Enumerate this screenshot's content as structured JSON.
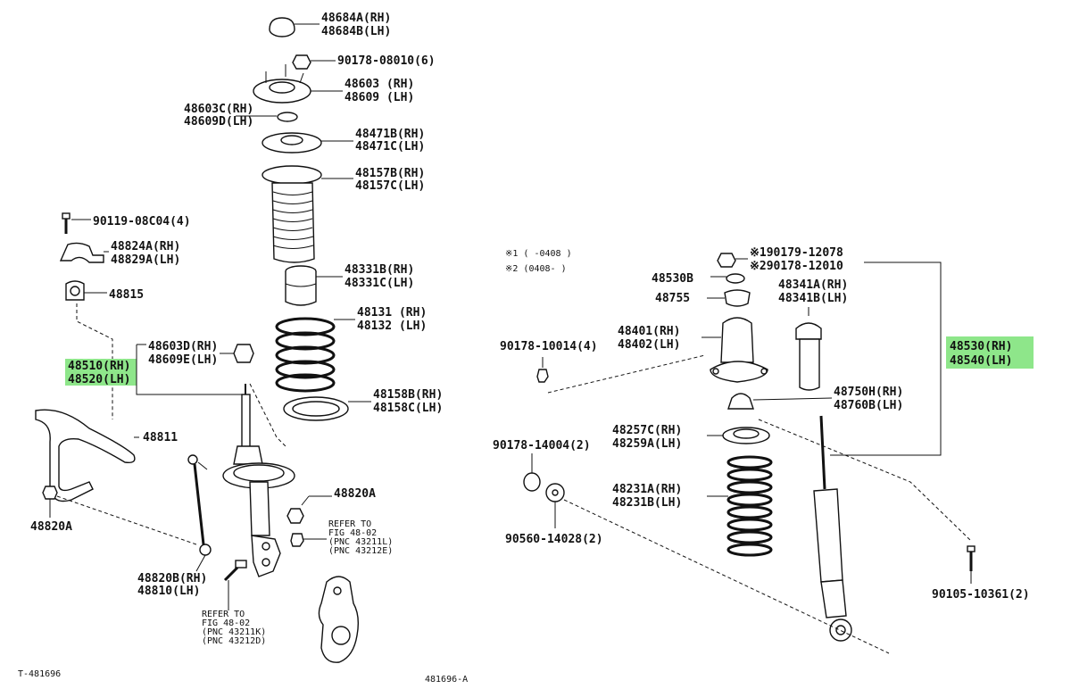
{
  "diagram": {
    "front": {
      "l_48684": [
        "48684A(RH)",
        "48684B(LH)"
      ],
      "l_90178_08010": "90178-08010(6)",
      "l_48603": [
        "48603 (RH)",
        "48609 (LH)"
      ],
      "l_48603c": [
        "48603C(RH)",
        "48609D(LH)"
      ],
      "l_48471": [
        "48471B(RH)",
        "48471C(LH)"
      ],
      "l_48157": [
        "48157B(RH)",
        "48157C(LH)"
      ],
      "l_90119": "90119-08C04(4)",
      "l_48824": [
        "48824A(RH)",
        "48829A(LH)"
      ],
      "l_48815": "48815",
      "l_48331": [
        "48331B(RH)",
        "48331C(LH)"
      ],
      "l_48131": [
        "48131 (RH)",
        "48132 (LH)"
      ],
      "l_48603d": [
        "48603D(RH)",
        "48609E(LH)"
      ],
      "l_48510": [
        "48510(RH)",
        "48520(LH)"
      ],
      "l_48158": [
        "48158B(RH)",
        "48158C(LH)"
      ],
      "l_48811": "48811",
      "l_48820a_right": "48820A",
      "l_48820a_left": "48820A",
      "refer1": [
        "REFER TO",
        "FIG 48-02",
        "(PNC 43211L)",
        "(PNC 43212E)"
      ],
      "l_48820b": [
        "48820B(RH)",
        "48810(LH)"
      ],
      "refer2": [
        "REFER TO",
        "FIG 48-02",
        "(PNC 43211K)",
        "(PNC 43212D)"
      ],
      "code_left": "T-481696",
      "code_mid": "481696-A"
    },
    "rear": {
      "legend": [
        "※1 (   -0408 )",
        "※2 (0408-    )"
      ],
      "l_90179": [
        "※190179-12078",
        "※290178-12010"
      ],
      "l_48530b": "48530B",
      "l_48755": "48755",
      "l_48341": [
        "48341A(RH)",
        "48341B(LH)"
      ],
      "l_48401": [
        "48401(RH)",
        "48402(LH)"
      ],
      "l_90178_14": "90178-10014(4)",
      "l_48530": [
        "48530(RH)",
        "48540(LH)"
      ],
      "l_48750": [
        "48750H(RH)",
        "48760B(LH)"
      ],
      "l_48257": [
        "48257C(RH)",
        "48259A(LH)"
      ],
      "l_90178_14004": "90178-14004(2)",
      "l_48231": [
        "48231A(RH)",
        "48231B(LH)"
      ],
      "l_90560": "90560-14028(2)",
      "l_90105": "90105-10361(2)"
    },
    "highlight_color": "#8ee68a"
  }
}
